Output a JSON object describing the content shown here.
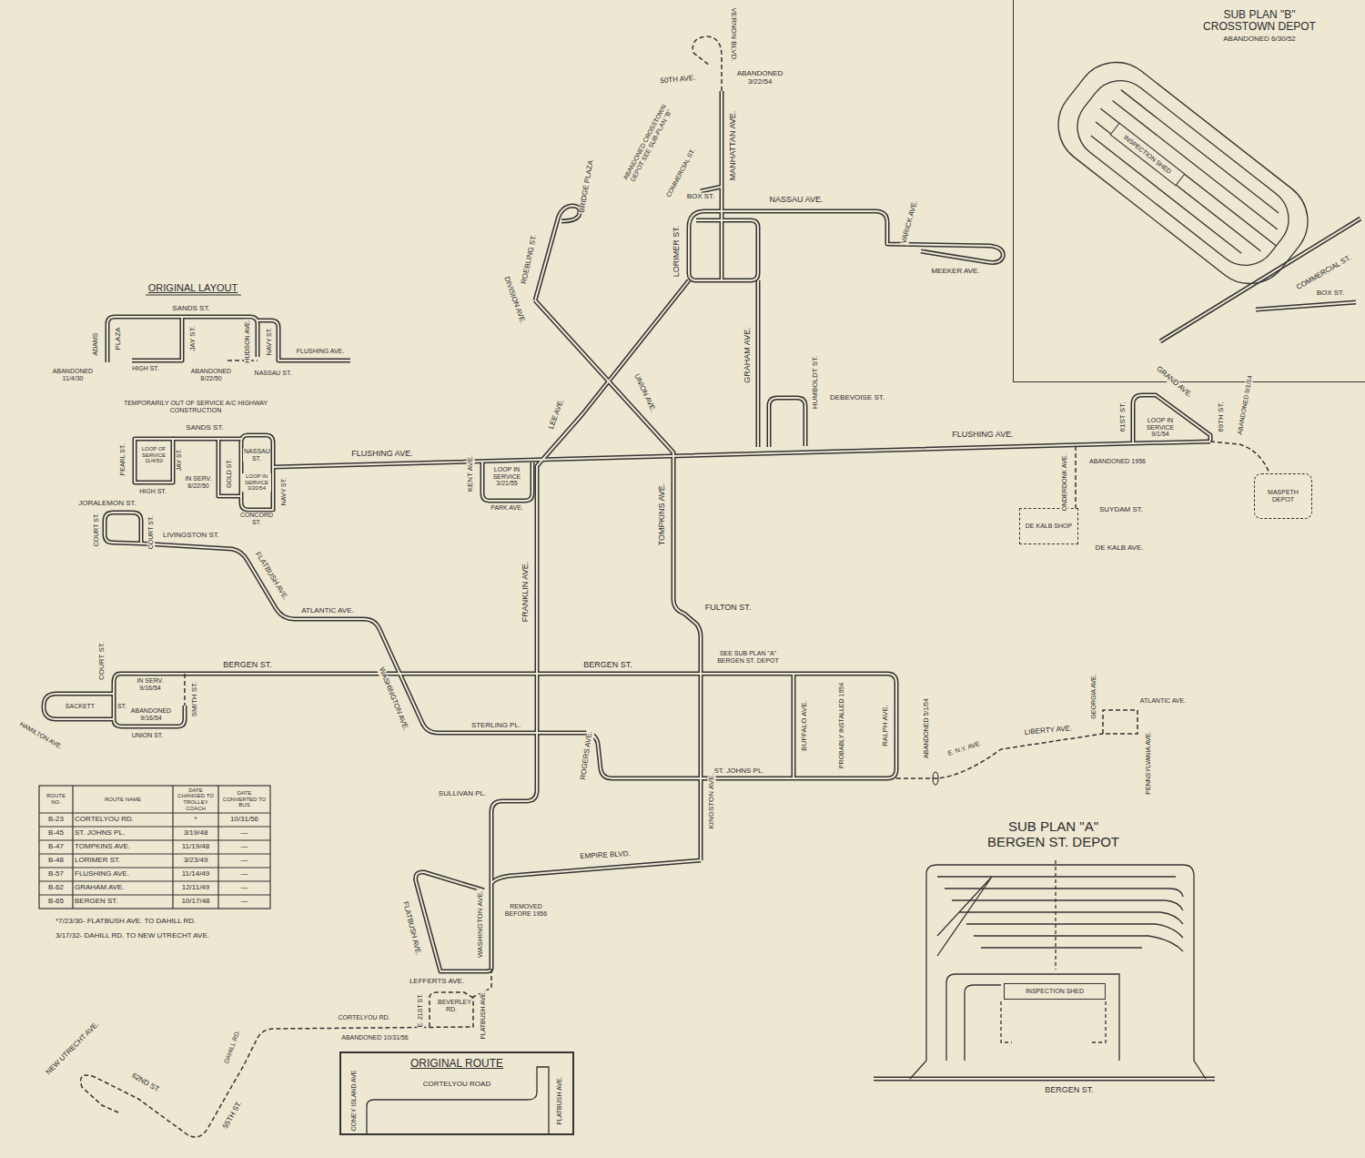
{
  "diagram": {
    "nodes": [
      {
        "text": [
          "SUB PLAN \"B\" CROSSTOWN DEPOT",
          "ABANDONED 6/30/52"
        ]
      },
      {
        "text": [
          "INSPECTION SHED"
        ],
        "in": 0
      },
      {
        "text": [
          "SUB PLAN \"A\" BERGEN ST. DEPOT"
        ]
      },
      {
        "text": [
          "INSPECTION SHED"
        ],
        "in": 2
      },
      {
        "text": [
          "DE KALB SHOP"
        ]
      },
      {
        "text": [
          "MASPETH DEPOT"
        ]
      },
      {
        "text": [
          "ORIGINAL ROUTE",
          "CORTELYOU ROAD",
          "CONEY ISLAND AVE",
          "FLATBUSH AVE."
        ]
      }
    ],
    "labels": [
      "50TH AVE.",
      "VERNON BLVD.",
      "ABANDONED 3/22/54",
      "ABANDONED CROSSTOWN DEPOT SEE SUB-PLAN \"B\"",
      "COMMERCIAL ST.",
      "BOX ST.",
      "MANHATTAN AVE.",
      "NASSAU AVE.",
      "VARICK AVE.",
      "MEEKER AVE.",
      "BRIDGE PLAZA",
      "ROEBLING ST.",
      "DIVISION AVE.",
      "LORIMER ST.",
      "GRAHAM AVE.",
      "HUMBOLDT ST.",
      "DEBEVOISE ST.",
      "LEE AVE.",
      "UNION AVE.",
      "FLUSHING AVE.",
      "FLUSHING AVE.",
      "KENT AVE.",
      "LOOP IN SERVICE 3/21/55",
      "PARK AVE.",
      "TOMPKINS AVE.",
      "FRANKLIN AVE.",
      "FULTON ST.",
      "GRAND AVE.",
      "61ST ST.",
      "69TH ST.",
      "LOOP IN SERVICE 9/1/54",
      "ABANDONED 9/1/54",
      "ABANDONED 1956",
      "ONDERDONK AVE.",
      "SUYDAM ST.",
      "DE KALB AVE.",
      "ORIGINAL LAYOUT",
      "SANDS ST.",
      "ADAMS",
      "PLAZA",
      "HIGH ST.",
      "JAY ST.",
      "ABANDONED 11/4/30",
      "ABANDONED 8/22/50",
      "HUDSON AVE.",
      "NAVY ST.",
      "FLUSHING AVE.",
      "NASSAU ST.",
      "TEMPORARILY OUT OF SERVICE A/C HIGHWAY CONSTRUCTION",
      "SANDS ST.",
      "PEARL ST.",
      "LOOP OF SERVICE 11/4/50",
      "JAY ST.",
      "HIGH ST.",
      "IN SERV. 8/22/50",
      "NASSAU ST.",
      "GOLD ST.",
      "LOOP IN SERVICE 3/20/54",
      "NAVY ST.",
      "CONCORD ST.",
      "JORALEMON ST.",
      "COURT ST.",
      "COURT ST.",
      "LIVINGSTON ST.",
      "FLATBUSH AVE.",
      "ATLANTIC AVE.",
      "BERGEN ST.",
      "BERGEN ST.",
      "COURT ST.",
      "IN SERV. 9/16/54",
      "SMITH ST.",
      "SACKETT",
      "ST.",
      "ABANDONED 9/16/54",
      "UNION ST.",
      "HAMILTON AVE.",
      "WASHINGTON AVE.",
      "STERLING PL.",
      "ROGERS AVE.",
      "ST. JOHNS PL.",
      "SEE SUB PLAN \"A\" BERGEN ST. DEPOT",
      "BUFFALO AVE.",
      "PROBABLY INSTALLED 1954",
      "RALPH AVE.",
      "ABANDONED 5/1/54",
      "E. N.Y. AVE.",
      "LIBERTY AVE.",
      "GEORGIA AVE.",
      "ATLANTIC AVE.",
      "PENNSYLVANIA AVE.",
      "KINGSTON AVE.",
      "SULLIVAN PL.",
      "EMPIRE BLVD.",
      "WASHINGTON AVE.",
      "REMOVED BEFORE 1956",
      "FLATBUSH AVE.",
      "LEFFERTS AVE.",
      "E. 21ST ST.",
      "BEVERLEY RD.",
      "FLATBUSH AVE.",
      "CORTELYOU RD.",
      "ABANDONED 10/31/56",
      "DAHILL RD.",
      "NEW UTRECHT AVE.",
      "62ND ST.",
      "55TH ST.",
      "BERGEN ST.",
      "COMMERCIAL ST.",
      "BOX ST.",
      "ROUTE NO.",
      "ROUTE NAME",
      "DATE CHANGED TO TROLLEY COACH",
      "DATE CONVERTED TO BUS",
      "B-23",
      "CORTELYOU RD.",
      "*",
      "10/31/56",
      "B-45",
      "ST. JOHNS PL.",
      "3/19/48",
      "—",
      "B-47",
      "TOMPKINS AVE.",
      "11/19/48",
      "—",
      "B-48",
      "LORIMER ST.",
      "3/23/49",
      "—",
      "B-57",
      "FLUSHING AVE.",
      "11/14/49",
      "—",
      "B-62",
      "GRAHAM AVE.",
      "12/11/49",
      "—",
      "B-65",
      "BERGEN ST.",
      "10/17/48",
      "—",
      "*7/23/30- FLATBUSH AVE. TO DAHILL RD.",
      "3/17/32- DAHILL RD. TO NEW UTRECHT AVE."
    ]
  }
}
